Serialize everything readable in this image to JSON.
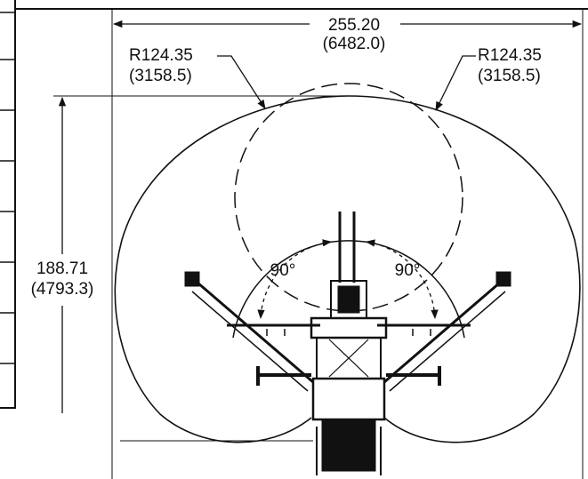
{
  "diagram": {
    "overall_width": {
      "value": "255.20",
      "metric": "(6482.0)"
    },
    "radius_left": {
      "value": "R124.35",
      "metric": "(3158.5)"
    },
    "radius_right": {
      "value": "R124.35",
      "metric": "(3158.5)"
    },
    "overall_height": {
      "value": "188.71",
      "metric": "(4793.3)"
    },
    "angle_left": "90°",
    "angle_right": "90°"
  },
  "colors": {
    "line": "#111111",
    "background": "#ffffff"
  }
}
